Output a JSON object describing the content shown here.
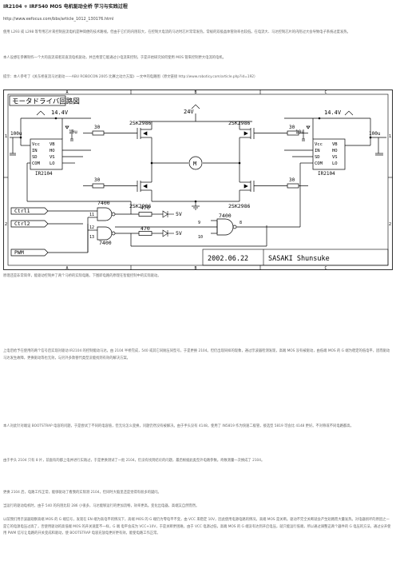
{
  "header": {
    "title": "IR2104 + IRF540 MOS 电机驱动全桥 学习与实践过程",
    "url": "http://www.eefocus.com/bbs/article_1012_130176.html"
  },
  "intro": {
    "p1": "使用 L293 或 L298 等专用芯片来控制直流电机是种简便的技术路线。但由于它们的内阻较大，在控制大电流的马达时芯片常常发热。常规的双极晶体管效率也较低。在电流大、马达控制芯片的内阻过大会导致电子系统过度发热。",
    "p2": "本人设想在参赛制作一个大的直流或者双直流电机驱动，并且希望它能通过小电流来控制，于是开始研究如何使用 MOS 管来控制更大电流的电机。",
    "p3": "提示：本人参考了《关东桥直流马达驱动——ABU ROBOCON 2005 比赛之动力方案》一文中的电路图（原文链接 http://www.roboticy.com/article.php?id=192）"
  },
  "schematic": {
    "title_jp": "モータドライバ回路図",
    "cols": [
      "A",
      "B",
      "C"
    ],
    "rows": [
      "1",
      "2"
    ],
    "supply_left": "14.4V",
    "supply_right": "14.4V",
    "supply_mid": "24V",
    "cap_left": "100u",
    "cap_right": "100u",
    "cap_boot_left": "10u",
    "cap_boot_right": "10u",
    "chip_left": "IR2104",
    "chip_right": "IR2104",
    "chip_pins_left": [
      "Vcc",
      "IN",
      "SD",
      "COM"
    ],
    "chip_pins_right": [
      "VB",
      "HO",
      "VS",
      "LO"
    ],
    "fet_top_left": "2SK2986",
    "fet_top_right": "2SK2986",
    "fet_bottom_left": "2SK2986",
    "fet_bottom_right": "2SK2986",
    "gate_res": "30",
    "gate_ic": "7400",
    "res_values": [
      "470",
      "470"
    ],
    "led_v": "5V",
    "inputs": [
      "Ctrl1",
      "Ctrl2",
      "PWM"
    ],
    "pin_nums": [
      "8",
      "9",
      "10",
      "11",
      "12",
      "13"
    ],
    "motor": "M",
    "date": "2002.06.22",
    "author": "SASAKI Shunsuke"
  },
  "body": {
    "p4": "原理还是非常简单，能驱动控制并了两个马桥的实际电路。下图即电路的原理在智能控制中的实际驱动。",
    "p5": "上电后给予在使用的两个信号后实现对驱动 IR2104 的控制能动马达。由 2104 半桥完成，540 或其它同耐压同型号，于是更换 2104。但仍出现同样的现象，通过示波器检测发现，高端 MOS 没有被驱动，由低端 MOS 的 G 端为稳定的低电平，因而驱动马达发生故障，更换驱动等也无效，与另外多款替代类型没能找到有效的解决方案。",
    "p6": "本人对此针对端设 BOOTSTRAP 电容的问题，于是尝试了不同的电容值，但无论怎么变换，问题仍然没有被解决。由于手头没有 4148，使用了 IN5819 作为快速二极管，接选型 5819 可会比 4148 更好。不对称或不同电路都高，",
    "p7": "由于手头 2104 只有 8 片，前面有的都上电并进行实践过，于是更换测试了一批 2104，仍没有找到结论的问题，最后根据此类型外电路参数。奇数测量一次换成了 2104。",
    "p8": "更换 2104 后，电路工作正常，能够驱动了看我的实际测 2104，但同时大脑里还是觉得有很多的疑问。",
    "p9": "当运行的驱动电机时，由于 540 的内阻比较 286 小很多，马达能够运行的更加流畅，效率更高。变化出电器，高端又自然而然。",
    "p10": "以前我们用示波器观察高端 MOS 的 G 端信号，发现在 EN 端为高电平的情况下，高端 MOS 的 G 端仍为零电平不变，由 VCC 来稳定 10V，因此使用电源电路的情况，高端 MOS 是关断。驱动不完全关断就会产生短路而大量发热。对电器损坏的原因之一是它的电源电压过高了，否使用驱动的高低端 MOS 的开关速度不一样，G 端 电平会成为 VCC+10V，于是关断更困难。由于 VCC 电源过低，高端 MOS 的 G 端没有达到开启电压，就只能运行低端，所以通过调整这两个器件的 G 电压的方法，通过分开使用 PWM 信号让电路的开关变成和驱动，使 BOOTSTRAP 电容充放电更好更有效，能使电路工作正常。"
  }
}
